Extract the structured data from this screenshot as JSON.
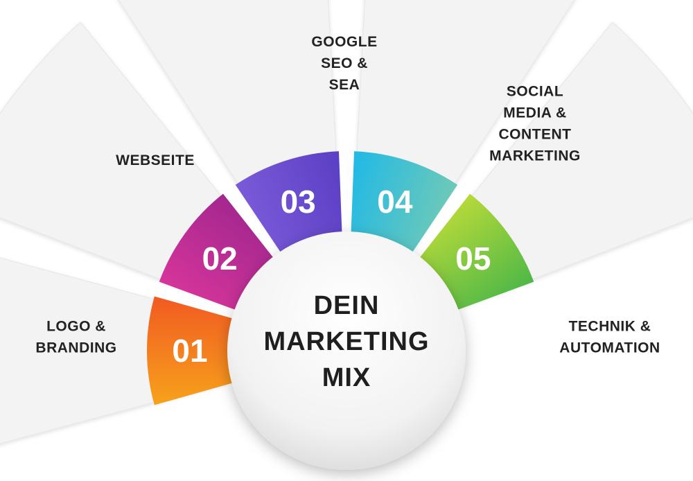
{
  "center": {
    "lines": [
      "DEIN",
      "MARKETING",
      "MIX"
    ]
  },
  "segments": [
    {
      "number": "01",
      "label_lines": [
        "LOGO &",
        "BRANDING"
      ],
      "color_start": "#f7a21b",
      "color_end": "#f15a22"
    },
    {
      "number": "02",
      "label_lines": [
        "WEBSEITE"
      ],
      "color_start": "#d6359a",
      "color_end": "#a3278f"
    },
    {
      "number": "03",
      "label_lines": [
        "GOOGLE",
        "SEO &",
        "SEA"
      ],
      "color_start": "#7a5ad8",
      "color_end": "#5b3fc4"
    },
    {
      "number": "04",
      "label_lines": [
        "SOCIAL",
        "MEDIA &",
        "CONTENT",
        "MARKETING"
      ],
      "color_start": "#20b9e6",
      "color_end": "#6ec9b8"
    },
    {
      "number": "05",
      "label_lines": [
        "TECHNIK &",
        "AUTOMATION"
      ],
      "color_start": "#b6d93a",
      "color_end": "#4fb847"
    }
  ],
  "card_color": "#f3f3f3"
}
